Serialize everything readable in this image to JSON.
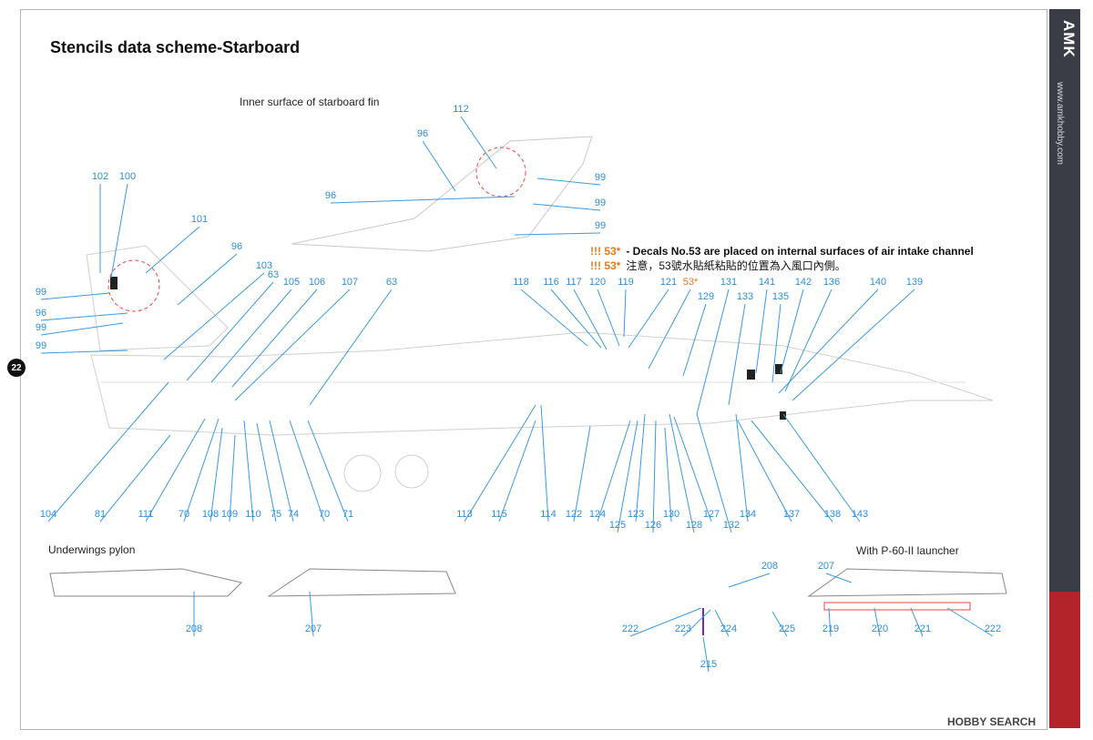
{
  "title": "Stencils data scheme-Starboard",
  "section_labels": {
    "fin": "Inner surface of starboard fin",
    "underwing": "Underwings pylon",
    "launcher": "With P-60-II launcher"
  },
  "notes": {
    "mark": "!!! 53*",
    "english": "- Decals No.53 are placed on internal surfaces of air intake channel",
    "chinese": "注意，53號水貼紙粘貼的位置為入風口內側。"
  },
  "brand": {
    "logo": "AMK",
    "url": "www.amkhobby.com",
    "watermark": "HOBBY SEARCH",
    "page_number": "22"
  },
  "colors": {
    "callout_text": "#2d8fd6",
    "callout_line": "#3a9ae0",
    "highlight": "#e07a1f",
    "sidebar": "#3a3d46",
    "sidebar_accent": "#b3232a"
  },
  "callouts": [
    "112",
    "96",
    "99",
    "96",
    "99",
    "99",
    "102",
    "100",
    "101",
    "96",
    "99",
    "103",
    "63",
    "105",
    "106",
    "107",
    "63",
    "96",
    "99",
    "99",
    "118",
    "116",
    "117",
    "120",
    "119",
    "121",
    "53*",
    "129",
    "131",
    "133",
    "141",
    "135",
    "142",
    "136",
    "140",
    "139",
    "104",
    "81",
    "111",
    "70",
    "108",
    "109",
    "110",
    "75",
    "74",
    "70",
    "71",
    "113",
    "115",
    "114",
    "122",
    "124",
    "125",
    "123",
    "126",
    "130",
    "128",
    "127",
    "132",
    "134",
    "137",
    "138",
    "143",
    "208",
    "207",
    "208",
    "207",
    "222",
    "223",
    "215",
    "224",
    "225",
    "219",
    "220",
    "221",
    "222"
  ]
}
